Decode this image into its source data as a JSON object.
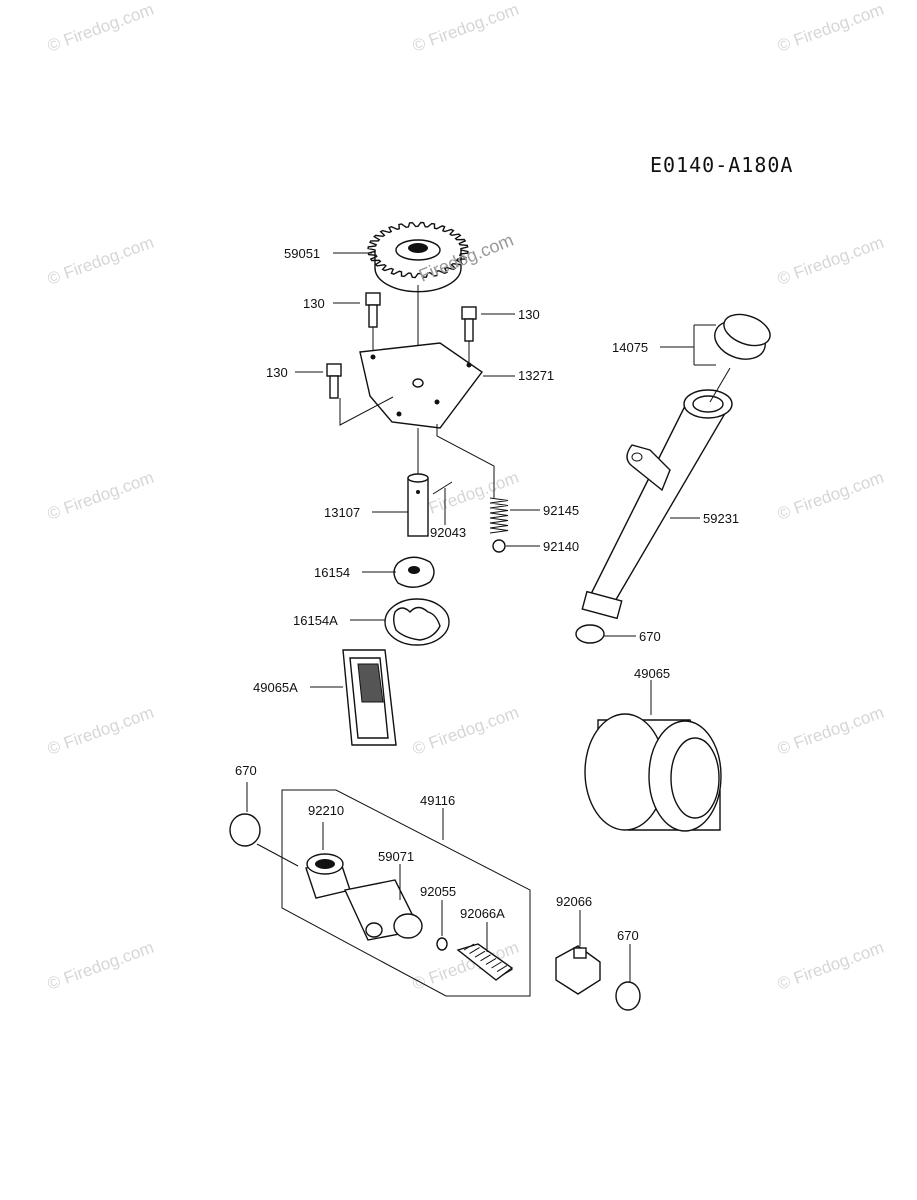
{
  "diagram_code": "E0140-A180A",
  "watermark": "© Firedog.com",
  "overlay_watermark": "Firedog.com",
  "labels": {
    "p59051": "59051",
    "p130a": "130",
    "p130b": "130",
    "p130c": "130",
    "p13271": "13271",
    "p14075": "14075",
    "p59231": "59231",
    "p13107": "13107",
    "p92043": "92043",
    "p92145": "92145",
    "p92140": "92140",
    "p16154": "16154",
    "p16154A": "16154A",
    "p670a": "670",
    "p49065A": "49065A",
    "p49065": "49065",
    "p670b": "670",
    "p92210": "92210",
    "p49116": "49116",
    "p59071": "59071",
    "p92055": "92055",
    "p92066A": "92066A",
    "p92066": "92066",
    "p670c": "670"
  }
}
